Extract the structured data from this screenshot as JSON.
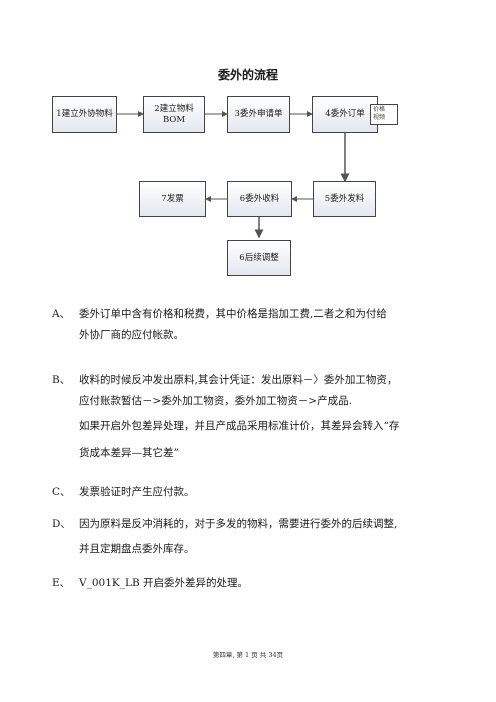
{
  "title": "委外的流程",
  "flow": {
    "b1": "1建立外协物料",
    "b2_line1": "2建立物料",
    "b2_line2": "BOM",
    "b3": "3委外申请单",
    "b4": "4委外订单",
    "b4_note_line1": "价格",
    "b4_note_line2": "视频",
    "b5": "5委外发料",
    "b6": "6委外收料",
    "b7": "7发票",
    "b8": "6后续调整"
  },
  "items": [
    {
      "marker": "A、",
      "lines": [
        "委外订单中含有价格和税费，其中价格是指加工费,二者之和为付给",
        "外协厂商的应付帐款。"
      ]
    },
    {
      "marker": "B、",
      "lines": [
        "收料的时候反冲发出原料,其会计凭证：发出原料－〉委外加工物资，",
        "应付账款暂估－>委外加工物资，委外加工物资－>产成品.",
        "如果开启外包差异处理，并且产成品采用标准计价，其差异会转入“存",
        "货成本差异—其它差”"
      ]
    },
    {
      "marker": "C、",
      "lines": [
        "发票验证时产生应付款。"
      ]
    },
    {
      "marker": "D、",
      "lines": [
        "因为原料是反冲消耗的，对于多发的物料，需要进行委外的后续调整,",
        "并且定期盘点委外库存。"
      ]
    },
    {
      "marker": "E、",
      "lines": [
        "V_001K_LB 开启委外差异的处理。"
      ]
    }
  ],
  "footer": "第四章, 第 1 页 共 34页"
}
